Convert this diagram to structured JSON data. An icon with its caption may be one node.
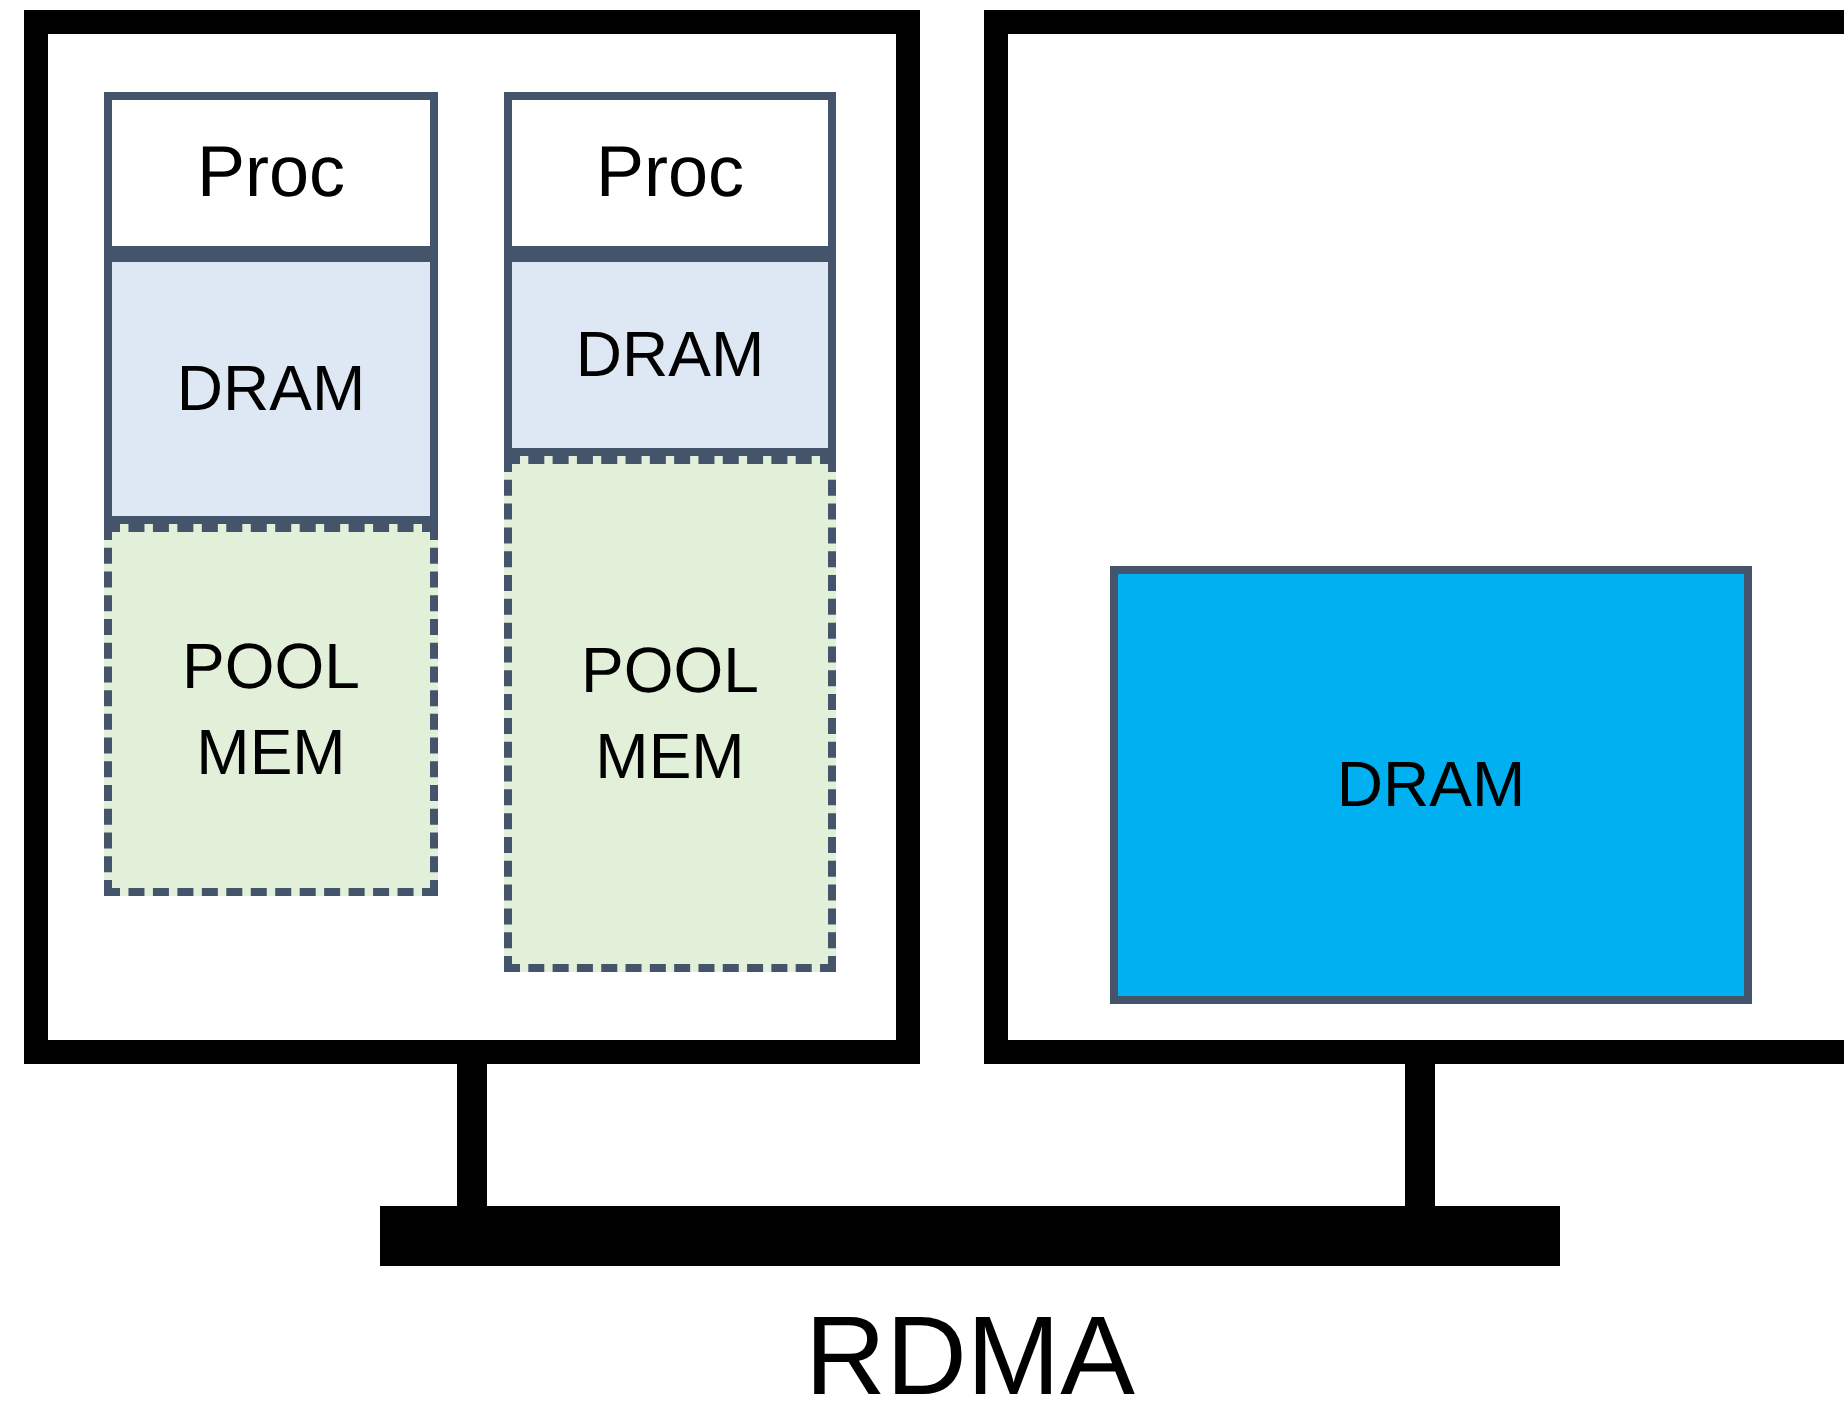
{
  "diagram": {
    "nodes": [
      {
        "text": [],
        "shape": "box"
      },
      {
        "text": [
          "Proc"
        ],
        "in": 0
      },
      {
        "text": [
          "DRAM"
        ],
        "in": 0
      },
      {
        "text": [
          "POOL MEM"
        ],
        "in": 0
      },
      {
        "text": [
          "Proc"
        ],
        "in": 0
      },
      {
        "text": [
          "DRAM"
        ],
        "in": 0
      },
      {
        "text": [
          "POOL MEM"
        ],
        "in": 0
      },
      {
        "text": [],
        "shape": "box"
      },
      {
        "text": [
          "DRAM"
        ],
        "in": 7
      },
      {
        "text": [],
        "shape": "bar",
        "beside": [
          "RDMA"
        ]
      }
    ],
    "edges": [
      {
        "from": 0,
        "to": 9,
        "arrow": "none"
      },
      {
        "from": 7,
        "to": 9,
        "arrow": "none"
      }
    ]
  }
}
